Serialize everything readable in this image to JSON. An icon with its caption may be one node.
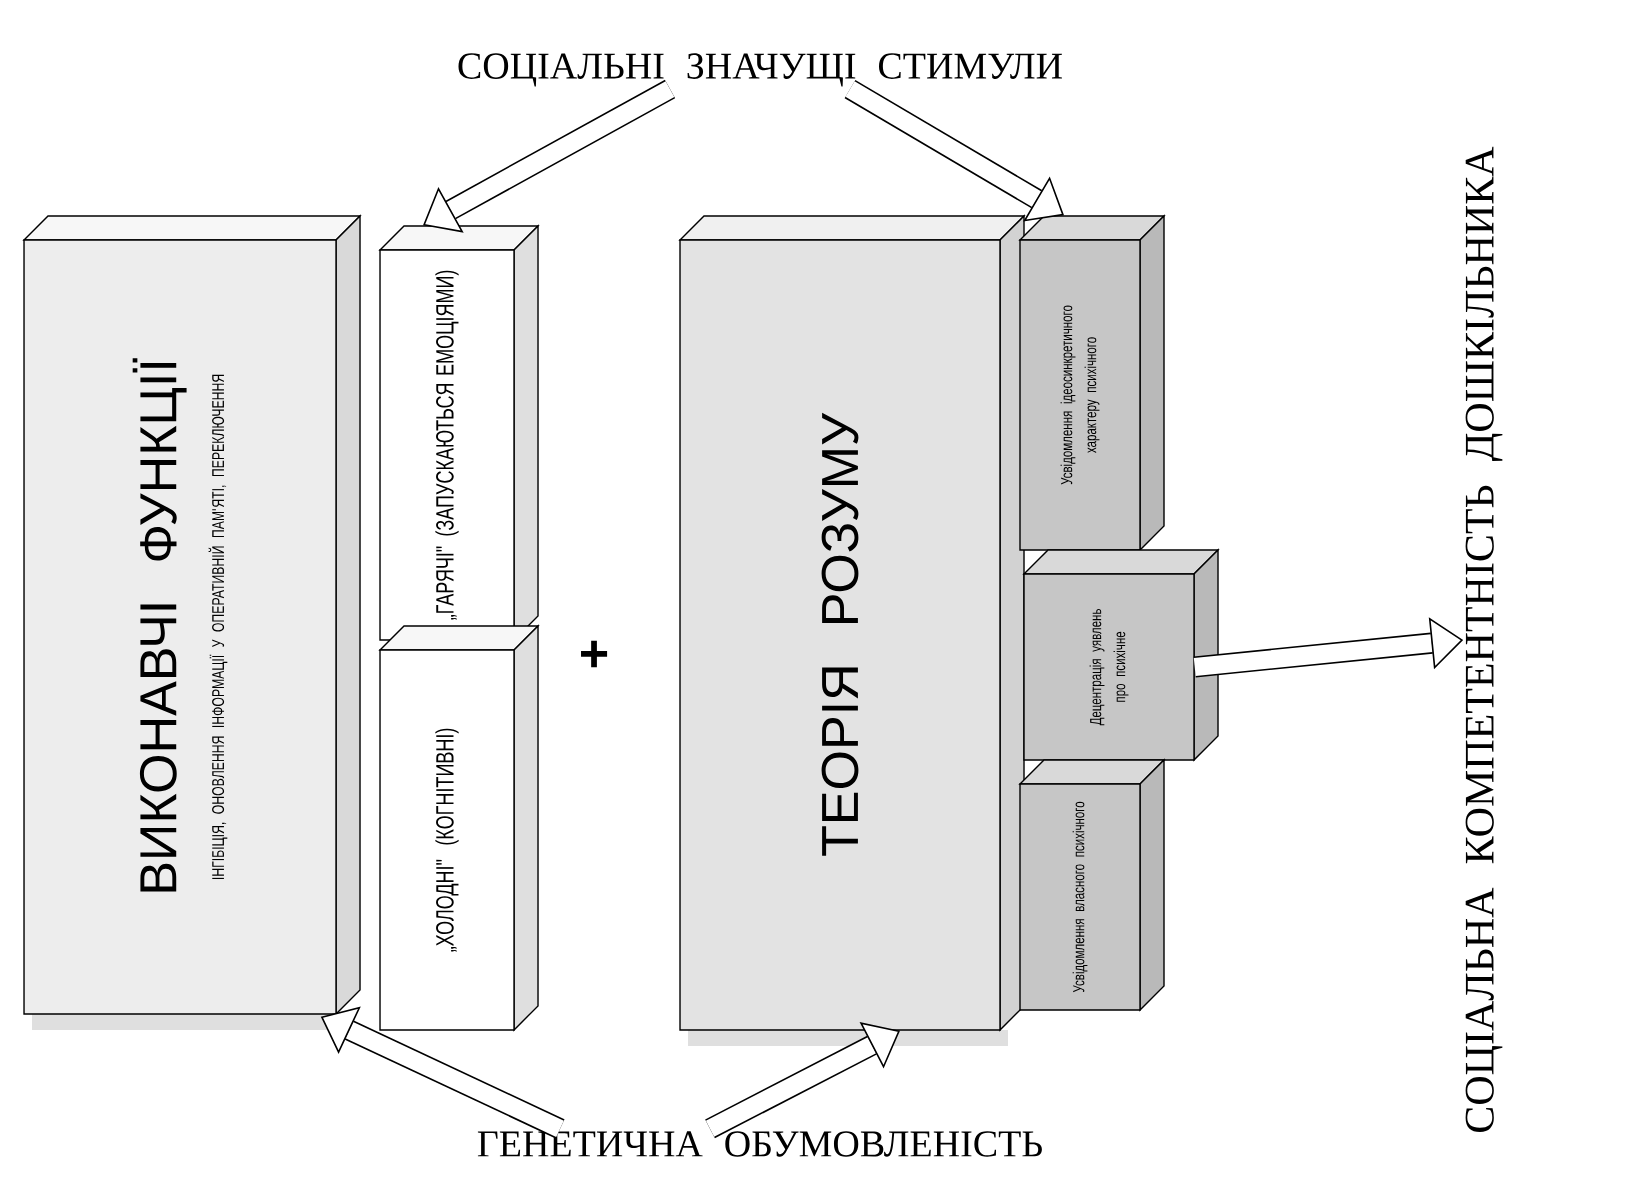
{
  "diagram": {
    "nodes": [
      {
        "text": [
          "СОЦІАЛЬНІ ЗНАЧУЩІ СТИМУЛИ"
        ]
      },
      {
        "text": [
          "ВИКОНАВЧІ ФУНКЦІЇ",
          "ІНГІБІЦІЯ, ОНОВЛЕННЯ ІНФОРМАЦІЇ У ОПЕРАТИВНІЙ ПАМ'ЯТІ, ПЕРЕКЛЮЧЕННЯ"
        ]
      },
      {
        "text": [
          "„ГАРЯЧІ\" (ЗАПУСКАЮТЬСЯ ЕМОЦІЯМИ)"
        ]
      },
      {
        "text": [
          "„ХОЛОДНІ\" (КОГНІТИВНІ)"
        ]
      },
      {
        "text": [
          "ТЕОРІЯ РОЗУМУ"
        ]
      },
      {
        "text": [
          "Усвідомлення ідеосинкретичного характеру психічного"
        ]
      },
      {
        "text": [
          "Децентрація уявлень про психічне"
        ]
      },
      {
        "text": [
          "Усвідомлення власного психічного"
        ]
      },
      {
        "text": [
          "СОЦІАЛЬНА КОМПЕТЕНТНІСТЬ ДОШКІЛЬНИКА"
        ]
      },
      {
        "text": [
          "ГЕНЕТИЧНА ОБУМОВЛЕНІСТЬ"
        ]
      }
    ],
    "edges": [
      {
        "from": 0,
        "to": 2,
        "arrow": "to"
      },
      {
        "from": 0,
        "to": 5,
        "arrow": "to"
      },
      {
        "from": 9,
        "to": 1,
        "arrow": "to"
      },
      {
        "from": 9,
        "to": 4,
        "arrow": "to"
      },
      {
        "from": 6,
        "to": 8,
        "arrow": "to"
      }
    ],
    "labels": [
      "+"
    ]
  }
}
